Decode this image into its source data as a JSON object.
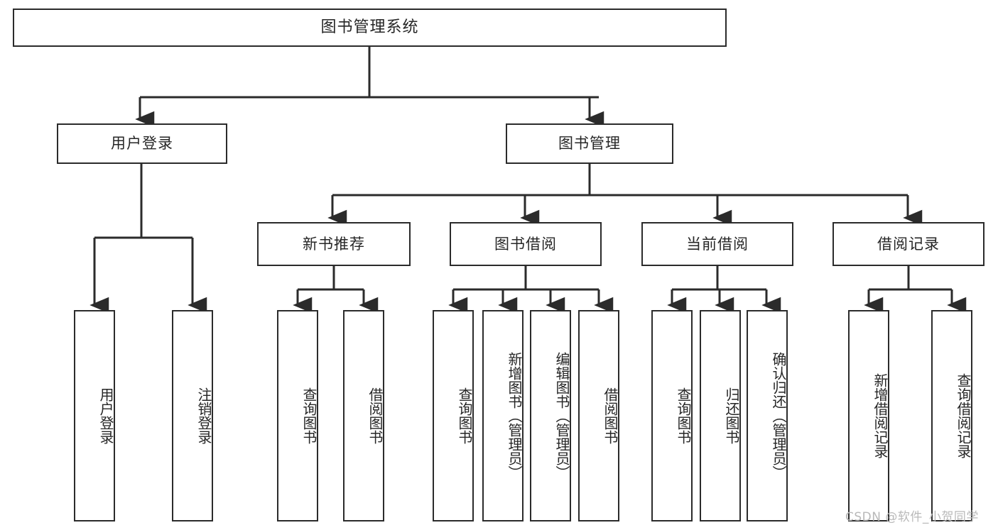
{
  "diagram": {
    "title": "图书管理系统",
    "root": {
      "label": "图书管理系统"
    },
    "level1": [
      {
        "label": "用户登录"
      },
      {
        "label": "图书管理"
      }
    ],
    "level2": [
      {
        "label": "新书推荐"
      },
      {
        "label": "图书借阅"
      },
      {
        "label": "当前借阅"
      },
      {
        "label": "借阅记录"
      }
    ],
    "leaves": {
      "user_login": [
        {
          "label": "用户登录"
        },
        {
          "label": "注销登录"
        }
      ],
      "new_book_recommend": [
        {
          "label": "查询图书"
        },
        {
          "label": "借阅图书"
        }
      ],
      "book_borrow": [
        {
          "label": "查询图书"
        },
        {
          "label": "新增图书（管理员）"
        },
        {
          "label": "编辑图书（管理员）"
        },
        {
          "label": "借阅图书"
        }
      ],
      "current_borrow": [
        {
          "label": "查询图书"
        },
        {
          "label": "归还图书"
        },
        {
          "label": "确认归还（管理员）"
        }
      ],
      "borrow_record": [
        {
          "label": "新增借阅记录"
        },
        {
          "label": "查询借阅记录"
        }
      ]
    },
    "watermark": "CSDN @软件_小贺同学",
    "colors": {
      "stroke": "#2b2b2b",
      "text": "#262626",
      "background": "#ffffff",
      "watermark": "#b9b9b9"
    }
  }
}
